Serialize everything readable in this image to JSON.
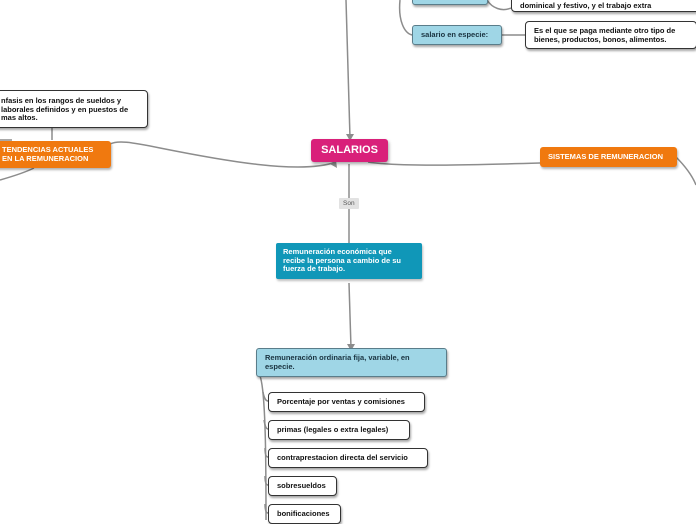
{
  "central": {
    "label": "SALARIOS"
  },
  "link_label": "Son",
  "top_partial": {
    "text": "dominical y festivo, y el trabajo extra"
  },
  "salario_especie": {
    "label": "salario en especie:",
    "description": "Es el que se paga mediante otro tipo de bienes, productos, bonos, alimentos."
  },
  "tendencias": {
    "label": "TENDENCIAS ACTUALES EN LA REMUNERACION",
    "note": "nfasis en los rangos de sueldos y laborales definidos y en puestos de mas altos."
  },
  "sistemas": {
    "label": "SISTEMAS DE REMUNERACION"
  },
  "definition": {
    "text": "Remuneración económica que recibe la persona a cambio de su fuerza de trabajo."
  },
  "tipos": {
    "label": "Remuneración ordinaria fija, variable, en especie.",
    "items": [
      "Porcentaje por ventas y comisiones",
      "primas (legales o extra legales)",
      "contraprestacion directa del servicio",
      "sobresueldos",
      "bonificaciones"
    ]
  }
}
